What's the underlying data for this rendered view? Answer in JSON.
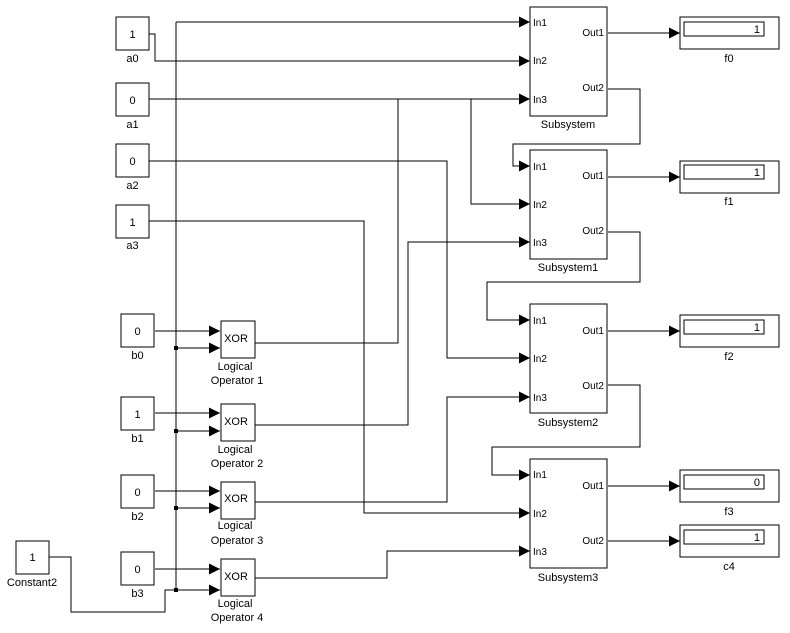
{
  "constants": [
    {
      "id": "a0",
      "value": "1",
      "label": "a0"
    },
    {
      "id": "a1",
      "value": "0",
      "label": "a1"
    },
    {
      "id": "a2",
      "value": "0",
      "label": "a2"
    },
    {
      "id": "a3",
      "value": "1",
      "label": "a3"
    },
    {
      "id": "b0",
      "value": "0",
      "label": "b0"
    },
    {
      "id": "b1",
      "value": "1",
      "label": "b1"
    },
    {
      "id": "b2",
      "value": "0",
      "label": "b2"
    },
    {
      "id": "b3",
      "value": "0",
      "label": "b3"
    },
    {
      "id": "constant2",
      "value": "1",
      "label": "Constant2"
    }
  ],
  "logic_ops": [
    {
      "id": "xor1",
      "op": "XOR",
      "label_line1": "Logical",
      "label_line2": "Operator 1"
    },
    {
      "id": "xor2",
      "op": "XOR",
      "label_line1": "Logical",
      "label_line2": "Operator 2"
    },
    {
      "id": "xor3",
      "op": "XOR",
      "label_line1": "Logical",
      "label_line2": "Operator 3"
    },
    {
      "id": "xor4",
      "op": "XOR",
      "label_line1": "Logical",
      "label_line2": "Operator 4"
    }
  ],
  "subsystems": [
    {
      "id": "sub0",
      "label": "Subsystem",
      "inputs": [
        "In1",
        "In2",
        "In3"
      ],
      "outputs": [
        "Out1",
        "Out2"
      ]
    },
    {
      "id": "sub1",
      "label": "Subsystem1",
      "inputs": [
        "In1",
        "In2",
        "In3"
      ],
      "outputs": [
        "Out1",
        "Out2"
      ]
    },
    {
      "id": "sub2",
      "label": "Subsystem2",
      "inputs": [
        "In1",
        "In2",
        "In3"
      ],
      "outputs": [
        "Out1",
        "Out2"
      ]
    },
    {
      "id": "sub3",
      "label": "Subsystem3",
      "inputs": [
        "In1",
        "In2",
        "In3"
      ],
      "outputs": [
        "Out1",
        "Out2"
      ]
    }
  ],
  "displays": [
    {
      "id": "f0",
      "value": "1",
      "label": "f0"
    },
    {
      "id": "f1",
      "value": "1",
      "label": "f1"
    },
    {
      "id": "f2",
      "value": "1",
      "label": "f2"
    },
    {
      "id": "f3",
      "value": "0",
      "label": "f3"
    },
    {
      "id": "c4",
      "value": "1",
      "label": "c4"
    }
  ],
  "colors": {
    "line": "#000000",
    "block_fill": "#ffffff",
    "background": "#ffffff"
  }
}
